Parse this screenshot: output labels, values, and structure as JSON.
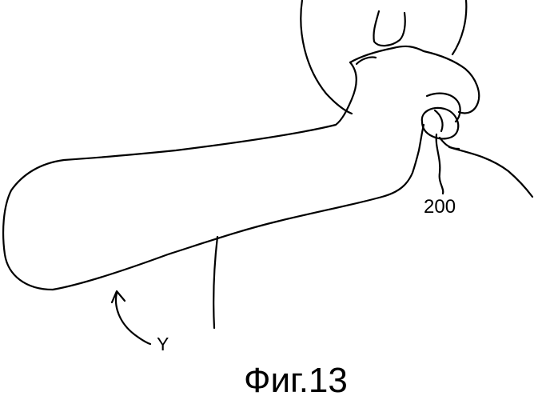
{
  "figure": {
    "caption": "Фиг.13",
    "reference_label": "200",
    "rotation_label": "Y",
    "ink_color": "#000000",
    "background_color": "#ffffff"
  }
}
